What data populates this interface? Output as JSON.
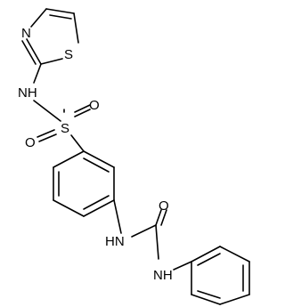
{
  "molecule": {
    "atoms": {
      "thiazole_N": "N",
      "thiazole_S": "S",
      "sulfonamide_NH": "NH",
      "sulfonyl_S": "S",
      "sulfonyl_O1": "O",
      "sulfonyl_O2": "O",
      "urea_NH_1": "HN",
      "urea_O": "O",
      "urea_NH_2": "NH"
    }
  }
}
